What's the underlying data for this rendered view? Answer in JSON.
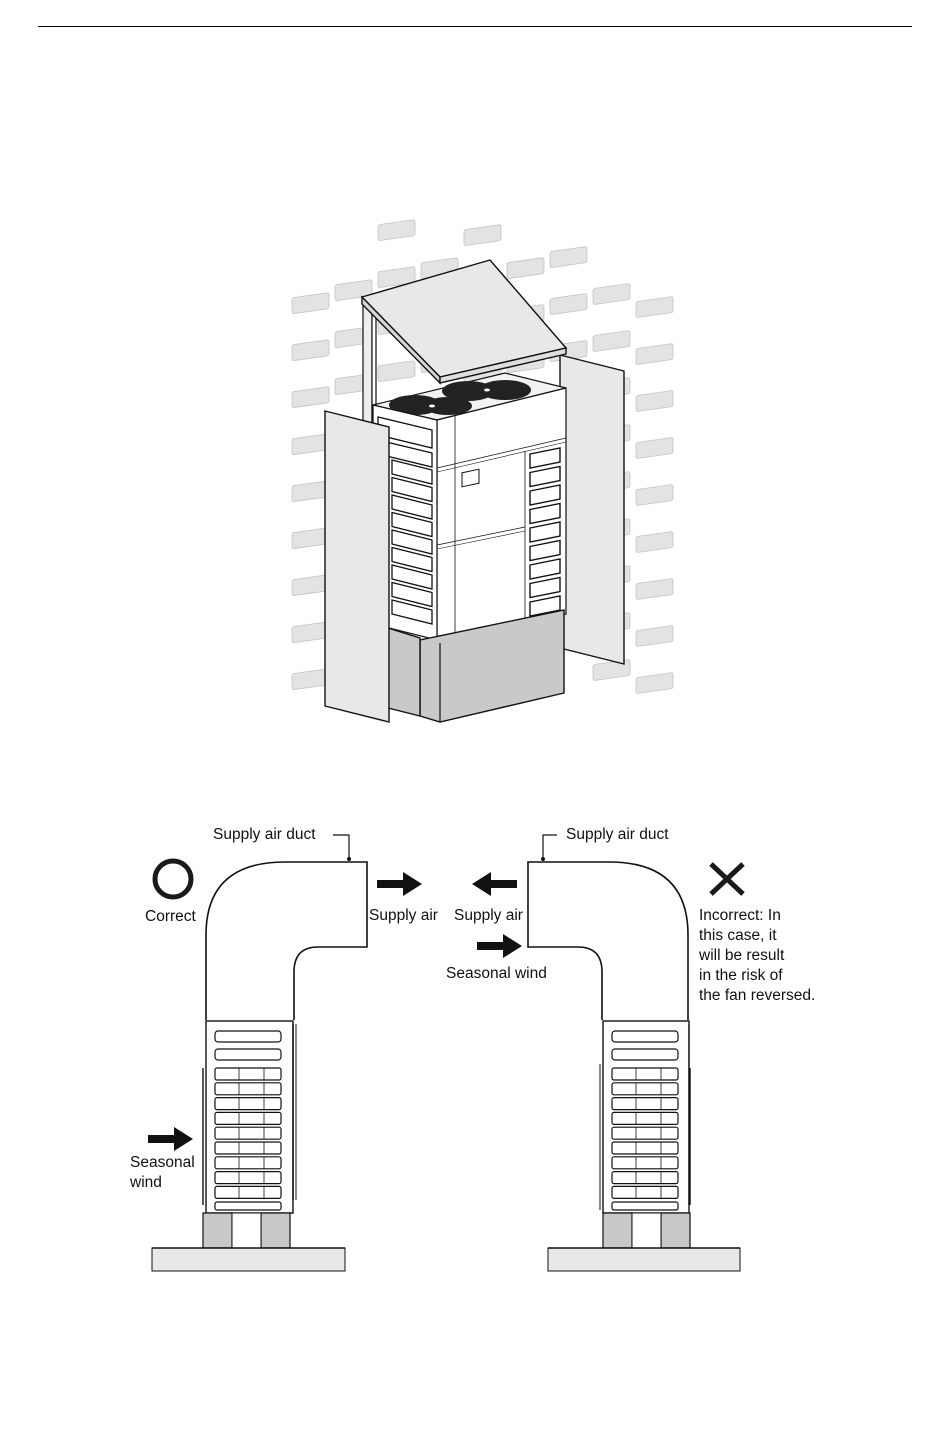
{
  "page": {
    "header_rule": true
  },
  "figure_top": {
    "description": "Outdoor unit with snow-protection canopy and side wind baffles against a brick wall",
    "colors": {
      "panel_fill": "#e6e6e6",
      "brick_fill": "#e3e3e3",
      "base_fill": "#c9c9c9",
      "outline": "#111111"
    }
  },
  "figure_bottom": {
    "left": {
      "duct_label": "Supply air duct",
      "status_symbol": "circle-icon",
      "status_label": "Correct",
      "supply_air_label": "Supply air",
      "wind_label_line1": "Seasonal",
      "wind_label_line2": "wind"
    },
    "right": {
      "duct_label": "Supply air duct",
      "status_symbol": "cross-icon",
      "supply_air_label": "Supply air",
      "wind_label": "Seasonal wind",
      "note_lines": [
        "Incorrect: In",
        "this case, it",
        "will be result",
        "in the risk of",
        "the fan reversed."
      ]
    },
    "colors": {
      "ground_fill": "#e8e8e8",
      "foot_fill": "#c8c8c8",
      "arrow": "#111111"
    }
  }
}
